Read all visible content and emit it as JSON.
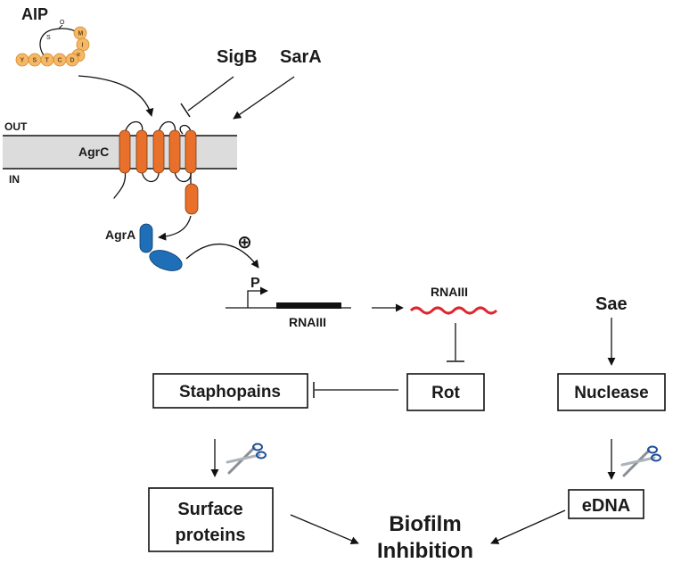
{
  "labels": {
    "aip": "AIP",
    "sigb": "SigB",
    "sara": "SarA",
    "out": "OUT",
    "in": "IN",
    "agrc": "AgrC",
    "agra": "AgrA",
    "plus": "⊕",
    "promoter": "P",
    "rnaiii_gene": "RNAIII",
    "rnaiii_transcript": "RNAIII",
    "sae": "Sae",
    "staphopains": "Staphopains",
    "rot": "Rot",
    "nuclease": "Nuclease",
    "surface_line1": "Surface",
    "surface_line2": "proteins",
    "biofilm_line1": "Biofilm",
    "biofilm_line2": "Inhibition",
    "edna": "eDNA"
  },
  "aip_residues": {
    "linear": [
      "Y",
      "S",
      "T",
      "C",
      "D"
    ],
    "ring": [
      "M",
      "I",
      "F"
    ]
  },
  "icons": {
    "scissors_left": "scissors-icon",
    "scissors_right": "scissors-icon"
  },
  "colors": {
    "membrane": "#dcdcdc",
    "agrc": "#e8702a",
    "agra": "#1f6fb8",
    "aip_bead": "#f4b866",
    "rnaiii_wave": "#e0242c",
    "ink": "#111111"
  }
}
